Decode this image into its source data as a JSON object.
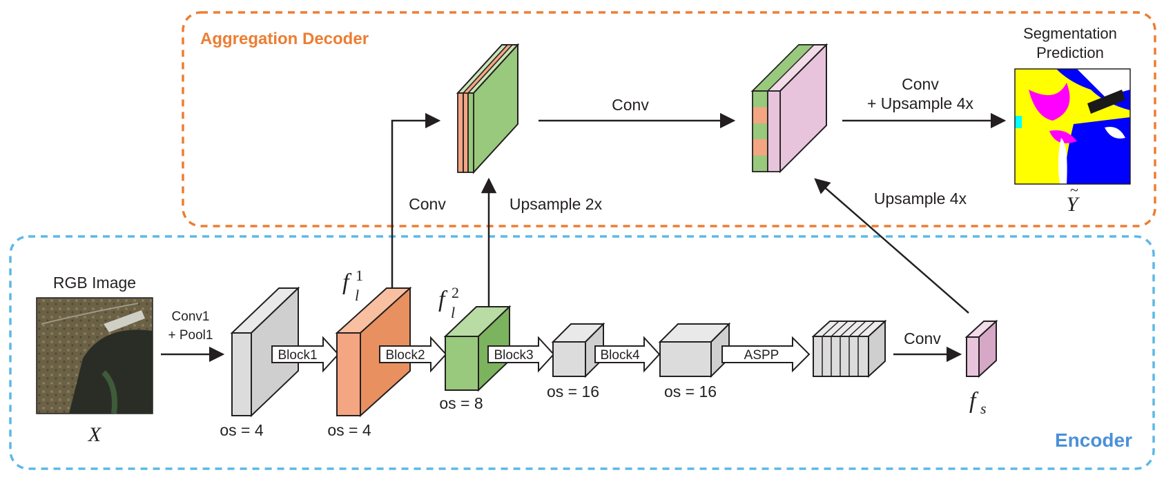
{
  "decoder": {
    "title": "Aggregation Decoder",
    "color": "#ed7d31"
  },
  "encoder": {
    "title": "Encoder",
    "color": "#4a90d9"
  },
  "input": {
    "title": "RGB Image",
    "symbol": "X"
  },
  "output": {
    "title_line1": "Segmentation",
    "title_line2": "Prediction",
    "symbol": "Y",
    "tilde": "~"
  },
  "labels": {
    "conv1_line1": "Conv1",
    "conv1_line2": "+ Pool1",
    "conv_left": "Conv",
    "upsample2x": "Upsample 2x",
    "conv_mid": "Conv",
    "upsample4x": "Upsample 4x",
    "conv_up_line1": "Conv",
    "conv_up_line2": "+ Upsample 4x",
    "conv_fs": "Conv"
  },
  "blocks": [
    "Block1",
    "Block2",
    "Block3",
    "Block4",
    "ASPP"
  ],
  "output_strides": [
    "os = 4",
    "os = 4",
    "os = 8",
    "os = 16",
    "os = 16"
  ],
  "features": {
    "f1": {
      "base": "f",
      "sub": "l",
      "sup": "1"
    },
    "f2": {
      "base": "f",
      "sub": "l",
      "sup": "2"
    },
    "fs": {
      "base": "f",
      "sub": "s"
    }
  },
  "colors": {
    "gray": "#dcdcdc",
    "orange": "#f4a582",
    "green": "#98c97c",
    "pink": "#e8c4dc",
    "decoder_border": "#ed7d31",
    "encoder_border": "#5bb8e8"
  }
}
